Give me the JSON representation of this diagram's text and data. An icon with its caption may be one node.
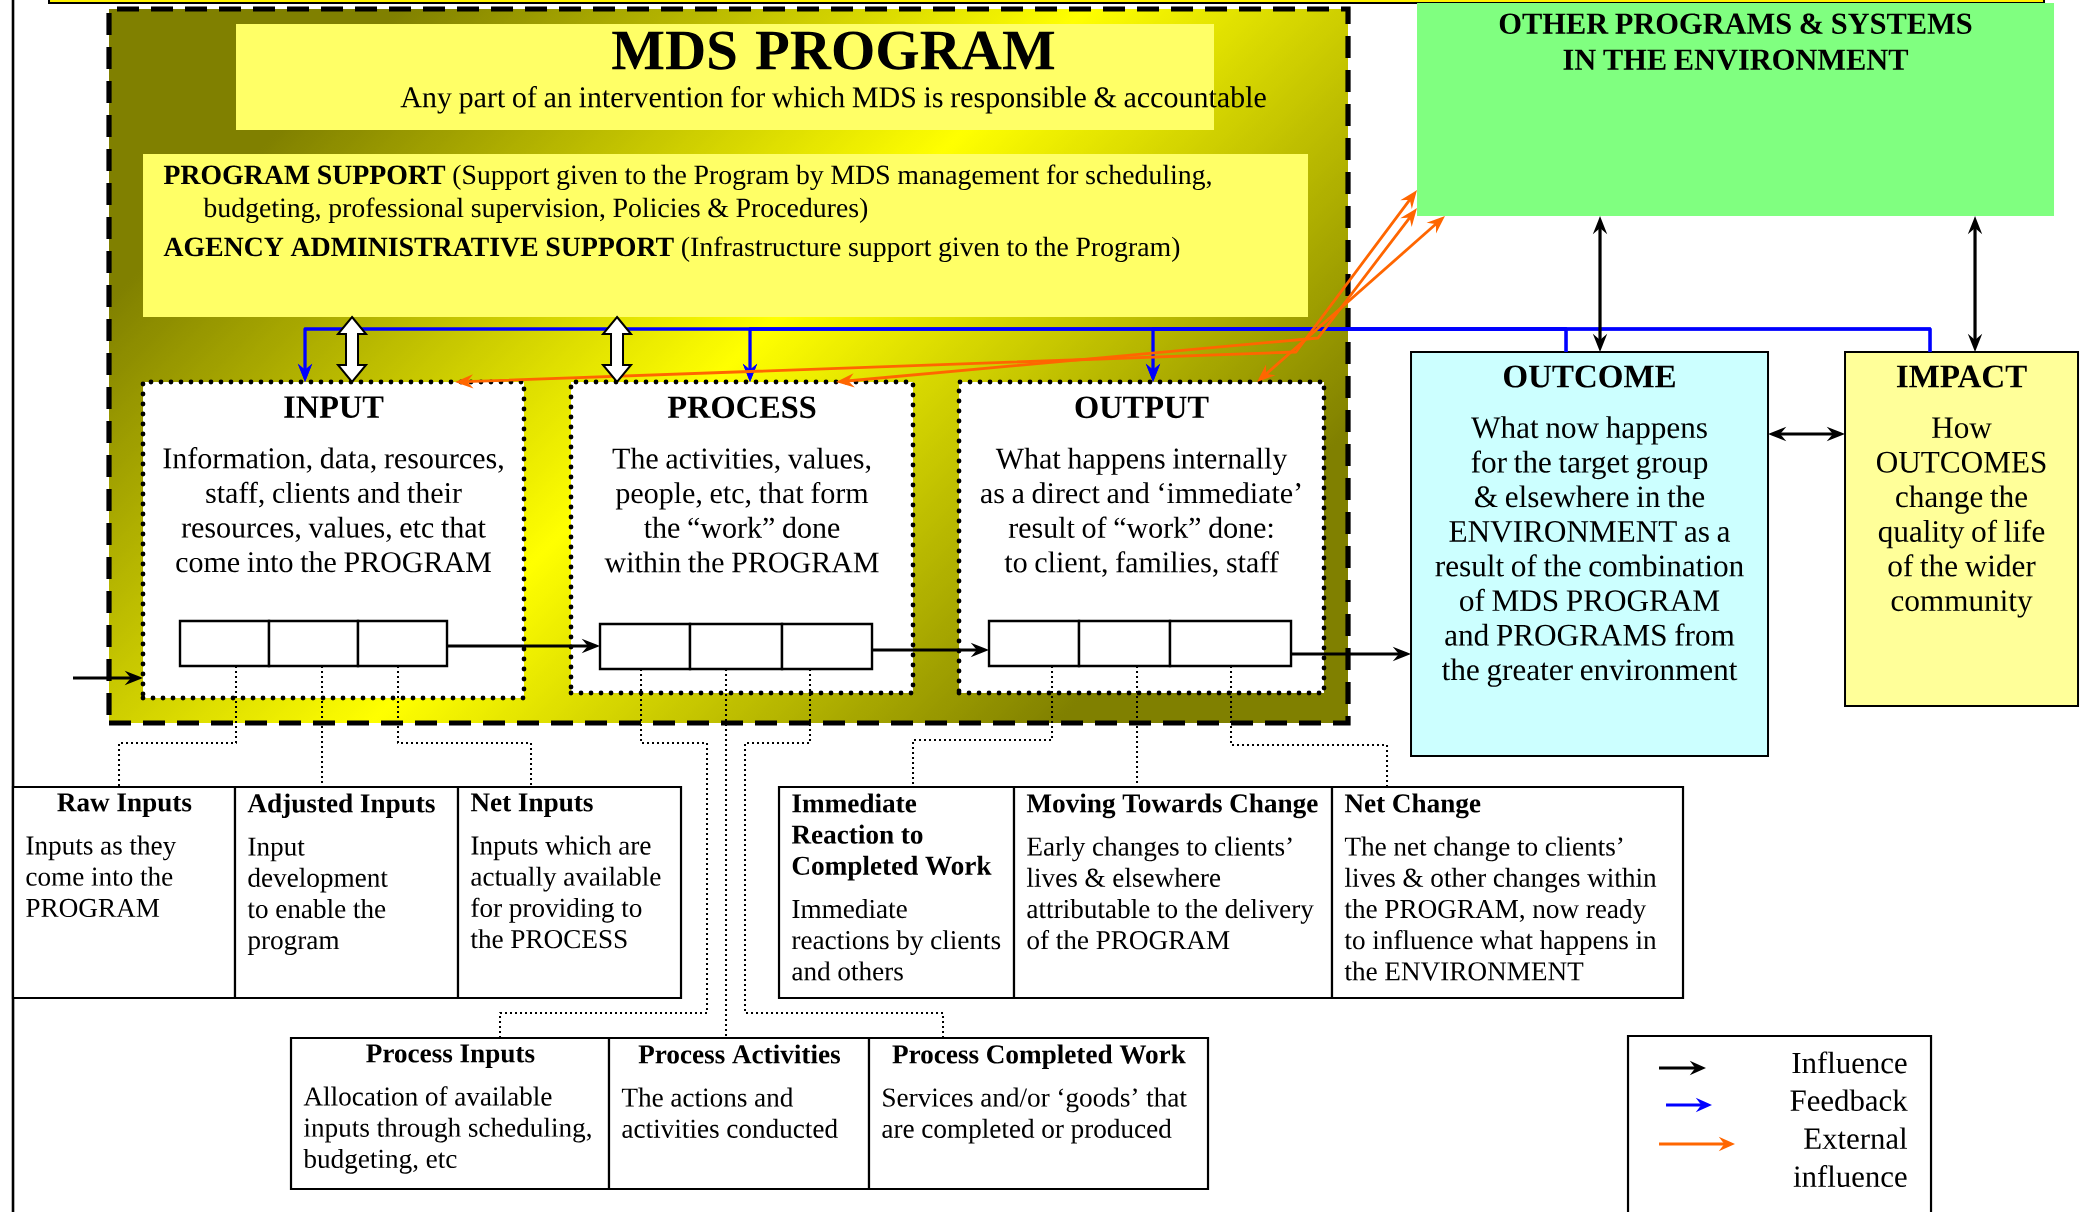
{
  "diagram": {
    "nodes": [
      {
        "text": [
          "MDS PROGRAM",
          "Any part of an intervention for which MDS is responsible & accountable"
        ]
      },
      {
        "text": [
          "**PROGRAM SUPPORT** (Support given to the Program by MDS management for scheduling, budgeting, professional supervision, Policies & Procedures)",
          "**AGENCY ADMINISTRATIVE SUPPORT** (Infrastructure support given to the Program)"
        ],
        "in": 0
      },
      {
        "text": [
          "INPUT",
          "Information, data, resources, staff, clients and their resources, values, etc that come into the PROGRAM"
        ],
        "in": 0
      },
      {
        "text": [
          "PROCESS",
          "The activities, values, people, etc, that form the “work” done within the PROGRAM"
        ],
        "in": 0
      },
      {
        "text": [
          "OUTPUT",
          "What happens internally as a direct and ‘immediate’ result of “work” done: to client, families, staff"
        ],
        "in": 0
      },
      {
        "text": [],
        "shape": "box",
        "in": 2
      },
      {
        "text": [],
        "shape": "box",
        "in": 2
      },
      {
        "text": [],
        "shape": "box",
        "in": 2
      },
      {
        "text": [],
        "shape": "box",
        "in": 3
      },
      {
        "text": [],
        "shape": "box",
        "in": 3
      },
      {
        "text": [],
        "shape": "box",
        "in": 3
      },
      {
        "text": [],
        "shape": "box",
        "in": 4
      },
      {
        "text": [],
        "shape": "box",
        "in": 4
      },
      {
        "text": [],
        "shape": "box",
        "in": 4
      },
      {
        "text": [
          "OTHER PROGRAMS & SYSTEMS IN THE ENVIRONMENT"
        ]
      },
      {
        "text": [
          "OUTCOME",
          "What now happens for the target group & elsewhere in the ENVIRONMENT as a result of the combination of MDS PROGRAM and PROGRAMS from the greater environment"
        ]
      },
      {
        "text": [
          "IMPACT",
          "How OUTCOMES change the quality of life of the wider community"
        ]
      },
      {
        "text": [
          "Raw Inputs",
          "Inputs as they come into the PROGRAM"
        ]
      },
      {
        "text": [
          "Adjusted Inputs",
          "Input development to enable the program"
        ]
      },
      {
        "text": [
          "Net Inputs",
          "Inputs which are actually available for providing to the PROCESS"
        ]
      },
      {
        "text": [
          "Immediate Reaction to Completed Work",
          "Immediate reactions by clients and others"
        ]
      },
      {
        "text": [
          "Moving Towards Change",
          "Early changes to clients’ lives & elsewhere attributable to the delivery of the PROGRAM"
        ]
      },
      {
        "text": [
          "Net Change",
          "The net change to clients’ lives & other changes within the PROGRAM, now ready to influence what happens in the ENVIRONMENT"
        ]
      },
      {
        "text": [
          "Process Inputs",
          "Allocation of available inputs through scheduling, budgeting, etc"
        ]
      },
      {
        "text": [
          "Process Activities",
          "The actions and activities conducted"
        ]
      },
      {
        "text": [
          "Process Completed Work",
          "Services and/or ‘goods’ that are completed or produced"
        ]
      }
    ],
    "edges": [
      {
        "from": null,
        "to": 2,
        "arrow": "to"
      },
      {
        "from": 7,
        "to": 8,
        "arrow": "to"
      },
      {
        "from": 10,
        "to": 11,
        "arrow": "to"
      },
      {
        "from": 13,
        "to": 15,
        "arrow": "to"
      },
      {
        "from": 15,
        "to": 2,
        "arrow": "to",
        "color": "#0000ff"
      },
      {
        "from": 15,
        "to": 3,
        "arrow": "to",
        "color": "#0000ff"
      },
      {
        "from": 15,
        "to": 4,
        "arrow": "to",
        "color": "#0000ff"
      },
      {
        "from": 16,
        "to": 2,
        "arrow": "to",
        "color": "#0000ff"
      },
      {
        "from": 16,
        "to": 3,
        "arrow": "to",
        "color": "#0000ff"
      },
      {
        "from": 16,
        "to": 4,
        "arrow": "to",
        "color": "#0000ff"
      },
      {
        "from": 14,
        "to": 15,
        "arrow": "both"
      },
      {
        "from": 14,
        "to": 16,
        "arrow": "both"
      },
      {
        "from": 15,
        "to": 16,
        "arrow": "both"
      },
      {
        "from": 14,
        "to": 2,
        "arrow": "both",
        "color": "#ff6600"
      },
      {
        "from": 14,
        "to": 3,
        "arrow": "both",
        "color": "#ff6600"
      },
      {
        "from": 14,
        "to": 4,
        "arrow": "both",
        "color": "#ff6600"
      },
      {
        "from": 1,
        "to": 2,
        "arrow": "both",
        "style": "thick"
      },
      {
        "from": 1,
        "to": 3,
        "arrow": "both",
        "style": "thick"
      },
      {
        "from": 5,
        "to": 17,
        "arrow": "none",
        "style": "dashed"
      },
      {
        "from": 6,
        "to": 18,
        "arrow": "none",
        "style": "dashed"
      },
      {
        "from": 7,
        "to": 19,
        "arrow": "none",
        "style": "dashed"
      },
      {
        "from": 8,
        "to": 23,
        "arrow": "none",
        "style": "dashed"
      },
      {
        "from": 9,
        "to": 24,
        "arrow": "none",
        "style": "dashed"
      },
      {
        "from": 10,
        "to": 25,
        "arrow": "none",
        "style": "dashed"
      },
      {
        "from": 11,
        "to": 20,
        "arrow": "none",
        "style": "dashed"
      },
      {
        "from": 12,
        "to": 21,
        "arrow": "none",
        "style": "dashed"
      },
      {
        "from": 13,
        "to": 22,
        "arrow": "none",
        "style": "dashed"
      }
    ],
    "legend": [
      {
        "text": "Influence"
      },
      {
        "text": "Feedback"
      },
      {
        "text": "External influence"
      }
    ]
  }
}
